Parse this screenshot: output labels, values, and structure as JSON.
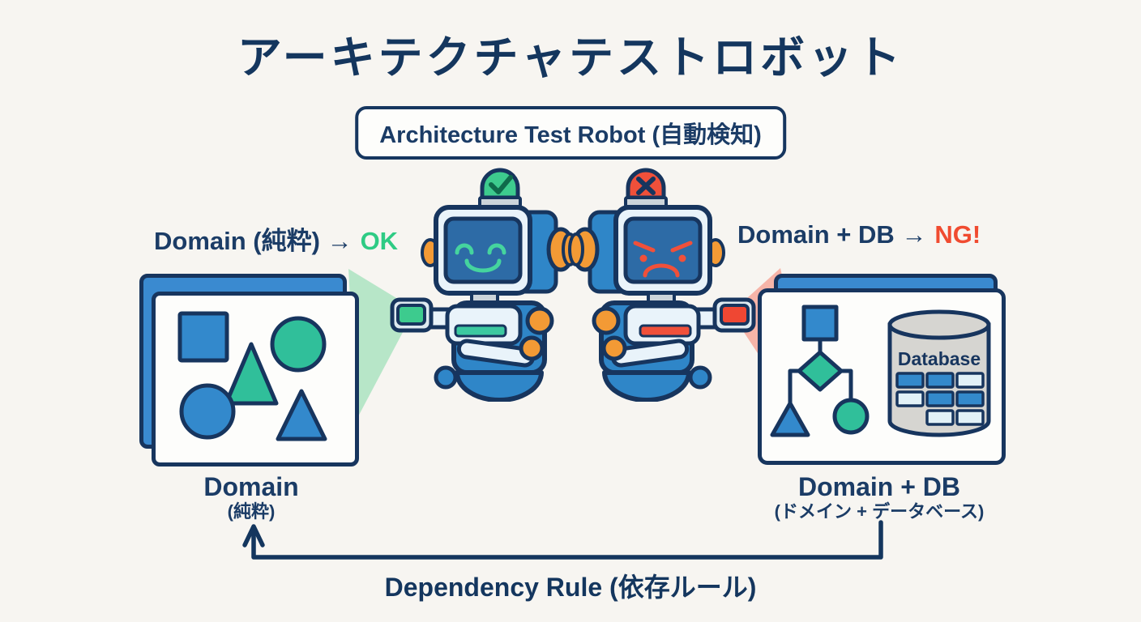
{
  "page": {
    "title": "アーキテクチャテストロボット",
    "subtitle": "Architecture Test Robot (自動検知)",
    "background": "#f7f5f1"
  },
  "verdicts": {
    "approve": {
      "label": "Domain (純粋) →",
      "result": "OK",
      "result_color": "#2ecb84"
    },
    "reject": {
      "label": "Domain + DB →",
      "result": "NG!",
      "result_color": "#f04b30"
    }
  },
  "domain_card": {
    "caption": "Domain",
    "subcaption": "(純粋)",
    "shapes": [
      "blue-square",
      "teal-triangle",
      "teal-circle",
      "blue-circle",
      "blue-triangle"
    ]
  },
  "domain_db_card": {
    "caption": "Domain + DB",
    "subcaption": "(ドメイン + データベース)",
    "database_label": "Database",
    "flowchart_shapes": [
      "blue-square",
      "teal-diamond",
      "blue-triangle",
      "teal-circle"
    ]
  },
  "robots": {
    "approve": {
      "lamp_icon": "check",
      "mood": "happy",
      "beam_color": "green"
    },
    "reject": {
      "lamp_icon": "x",
      "mood": "angry",
      "beam_color": "red"
    }
  },
  "dependency_rule": {
    "label": "Dependency Rule (依存ルール)"
  },
  "colors": {
    "navy": "#17355e",
    "blue": "#3389cc",
    "teal": "#30bf9a",
    "green_ok": "#2ecb84",
    "red_ng": "#f04b30",
    "orange": "#f39a35",
    "database_gray": "#d6d5d1",
    "beam_green": "rgba(120,215,160,0.5)",
    "beam_red": "rgba(245,115,95,0.5)"
  }
}
